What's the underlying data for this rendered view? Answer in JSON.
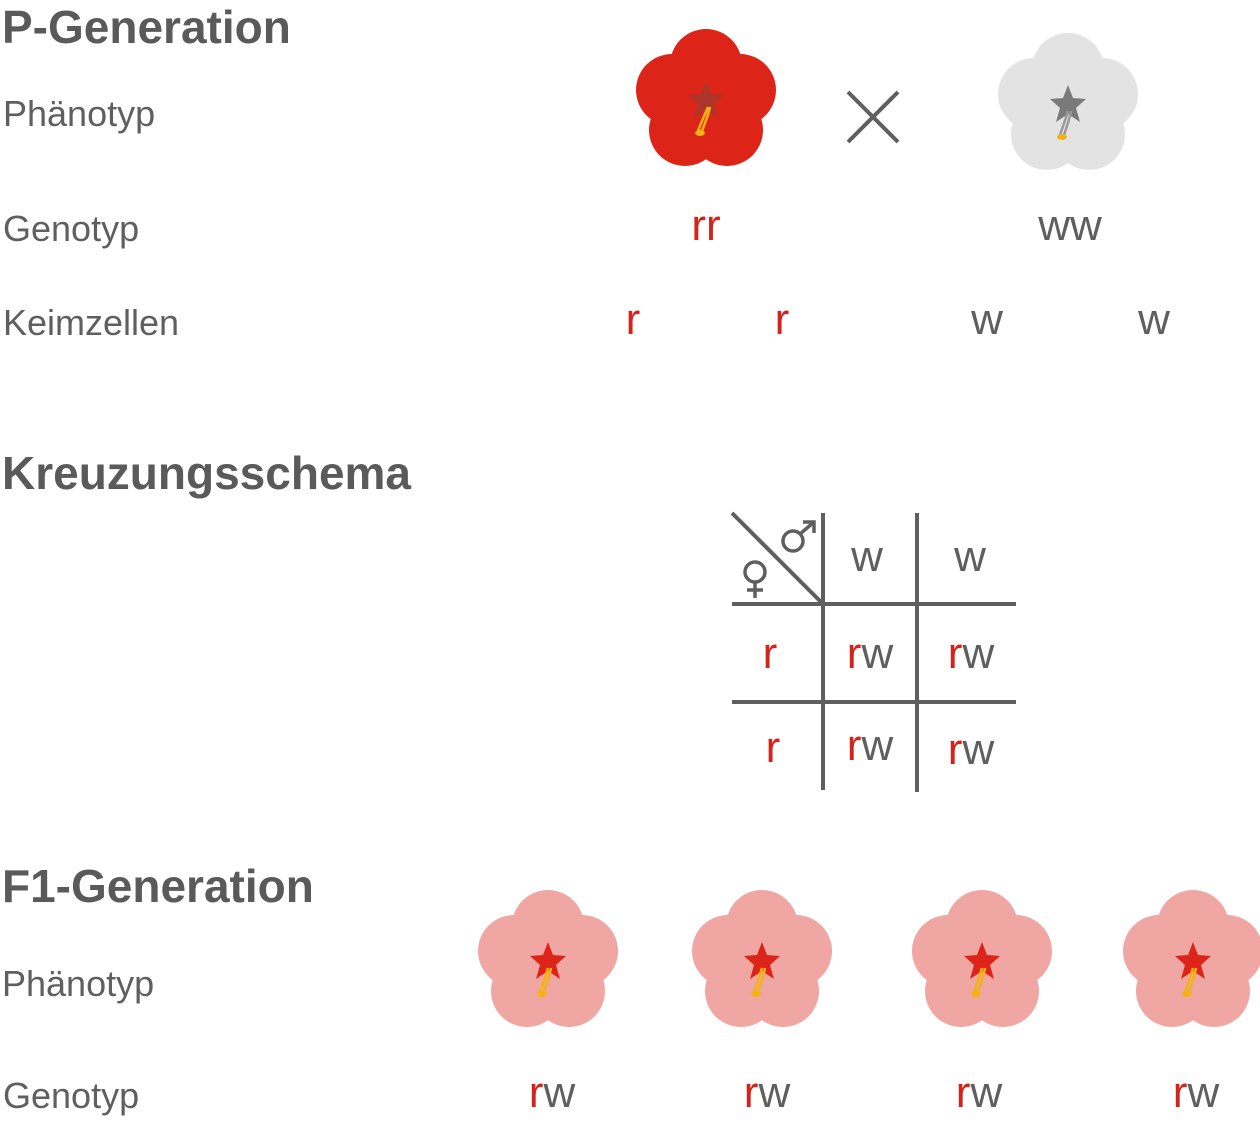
{
  "colors": {
    "red_allele": "#d3231b",
    "grey_text": "#5f5f5f",
    "flower_red": "#dd2418",
    "flower_white": "#e3e3e3",
    "flower_pink": "#f0a6a2",
    "stamen_yellow": "#f3b413"
  },
  "p_generation": {
    "heading": "P-Generation",
    "phenotype_label": "Phänotyp",
    "genotype_label": "Genotyp",
    "gametes_label": "Keimzellen",
    "cross_symbol": "x-cross-icon",
    "parent1": {
      "flower": "red-flower-icon",
      "genotype": "rr",
      "gametes": [
        "r",
        "r"
      ]
    },
    "parent2": {
      "flower": "white-flower-icon",
      "genotype": "ww",
      "gametes": [
        "w",
        "w"
      ]
    }
  },
  "crossing_scheme": {
    "heading": "Kreuzungsschema",
    "male_symbol": "male-symbol-icon",
    "female_symbol": "female-symbol-icon",
    "columns": [
      "w",
      "w"
    ],
    "rows": [
      {
        "header": "r",
        "cells": [
          {
            "a": "r",
            "b": "w"
          },
          {
            "a": "r",
            "b": "w"
          }
        ]
      },
      {
        "header": "r",
        "cells": [
          {
            "a": "r",
            "b": "w"
          },
          {
            "a": "r",
            "b": "w"
          }
        ]
      }
    ]
  },
  "f1_generation": {
    "heading": "F1-Generation",
    "phenotype_label": "Phänotyp",
    "genotype_label": "Genotyp",
    "offspring": [
      {
        "flower": "pink-flower-icon",
        "a": "r",
        "b": "w"
      },
      {
        "flower": "pink-flower-icon",
        "a": "r",
        "b": "w"
      },
      {
        "flower": "pink-flower-icon",
        "a": "r",
        "b": "w"
      },
      {
        "flower": "pink-flower-icon",
        "a": "r",
        "b": "w"
      }
    ]
  }
}
